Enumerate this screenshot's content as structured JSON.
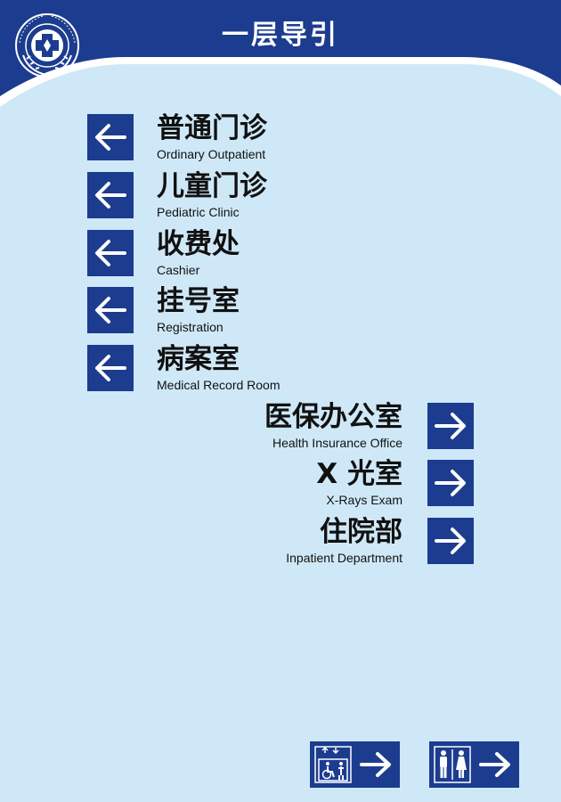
{
  "header": {
    "title": "一层导引",
    "logo_icon": "hospital-emblem-icon",
    "color": "#1c3c8f"
  },
  "destinations_left": [
    {
      "cn": "普通门诊",
      "en": "Ordinary Outpatient",
      "arrow": "left-arrow-icon"
    },
    {
      "cn": "儿童门诊",
      "en": "Pediatric Clinic",
      "arrow": "left-arrow-icon"
    },
    {
      "cn": "收费处",
      "en": "Cashier",
      "arrow": "left-arrow-icon"
    },
    {
      "cn": "挂号室",
      "en": "Registration",
      "arrow": "left-arrow-icon"
    },
    {
      "cn": "病案室",
      "en": "Medical Record Room",
      "arrow": "left-arrow-icon"
    }
  ],
  "destinations_right": [
    {
      "cn": "医保办公室",
      "en": "Health Insurance Office",
      "arrow": "right-arrow-icon"
    },
    {
      "cn": "X 光室",
      "en": "X-Rays Exam",
      "arrow": "right-arrow-icon"
    },
    {
      "cn": "住院部",
      "en": "Inpatient Department",
      "arrow": "right-arrow-icon"
    }
  ],
  "facilities": [
    {
      "icon": "elevator-accessible-icon",
      "arrow": "right-arrow-icon"
    },
    {
      "icon": "restroom-icon",
      "arrow": "right-arrow-icon"
    }
  ],
  "colors": {
    "background": "#cfe8f7",
    "accent": "#1c3c8f"
  }
}
